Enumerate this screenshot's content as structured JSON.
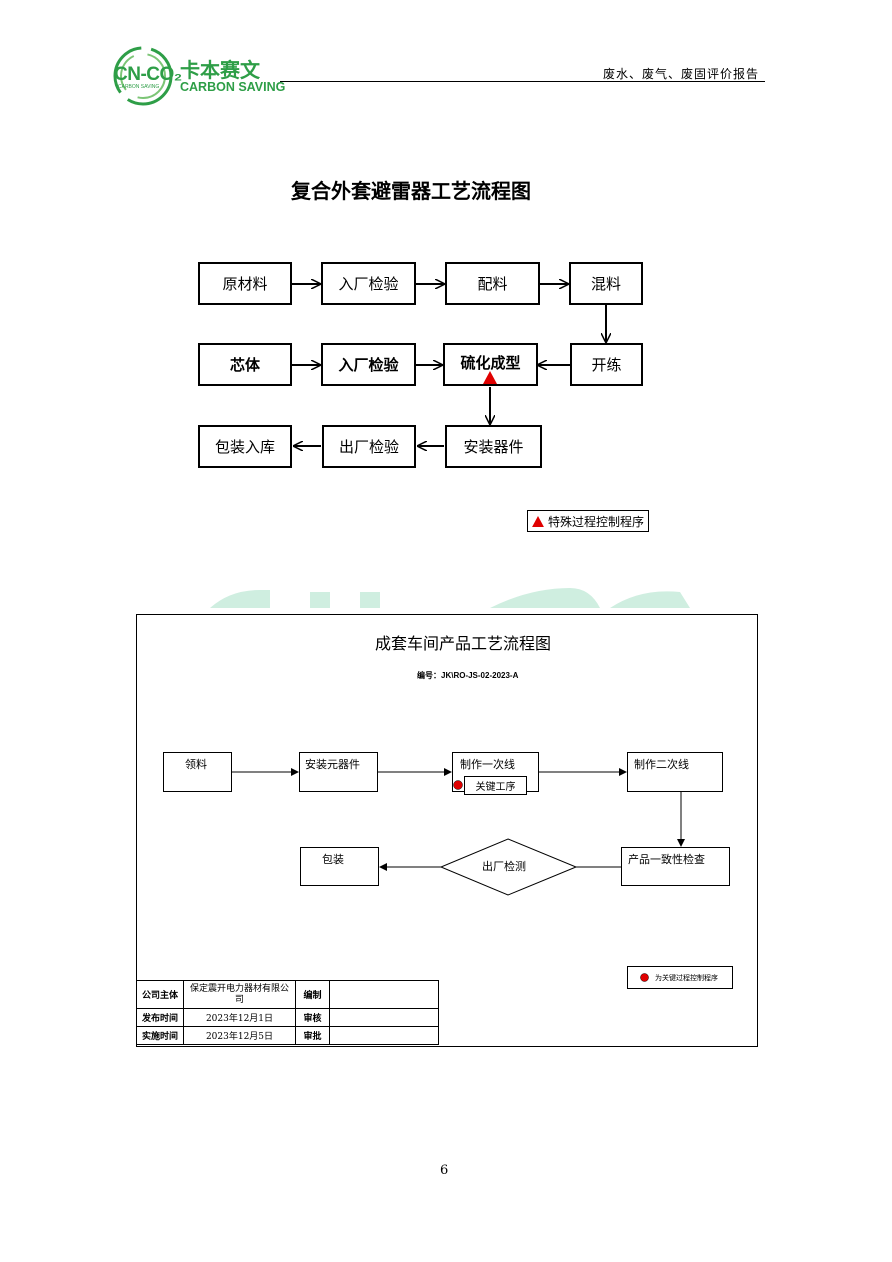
{
  "header": {
    "logo_cn": "CN-CO₂",
    "logo_cn_sub": "CARBON SAVING",
    "logo_name_cn": "卡本赛文",
    "logo_name_en": "CARBON SAVING",
    "report_title": "废水、废气、废固评价报告",
    "brand_color": "#2e9e47"
  },
  "flow1": {
    "title": "复合外套避雷器工艺流程图",
    "row1": [
      "原材料",
      "入厂检验",
      "配料",
      "混料"
    ],
    "row2": [
      "芯体",
      "入厂检验",
      "硫化成型",
      "开练"
    ],
    "row3": [
      "包装入库",
      "出厂检验",
      "安装器件"
    ],
    "special_marker_color": "#e00000",
    "legend": "特殊过程控制程序"
  },
  "flow2": {
    "title": "成套车间产品工艺流程图",
    "code": "编号：JK\\RO-JS-02-2023-A",
    "nodes": {
      "n1": "领料",
      "n2": "安装元器件",
      "n3": "制作一次线",
      "n4": "制作二次线",
      "n5": "产品一致性检查",
      "n6": "出厂检测",
      "n7": "包装"
    },
    "key_process": "关键工序",
    "legend": "为关键过程控制程序",
    "meta": {
      "company_label": "公司主体",
      "company_value": "保定震开电力器材有限公司",
      "edit_label": "编制",
      "edit_value": "",
      "issue_label": "发布时间",
      "issue_value": "2023年12月1日",
      "review_label": "审核",
      "review_value": "",
      "impl_label": "实施时间",
      "impl_value": "2023年12月5日",
      "approve_label": "审批",
      "approve_value": ""
    }
  },
  "footer": {
    "page_number": "6"
  }
}
